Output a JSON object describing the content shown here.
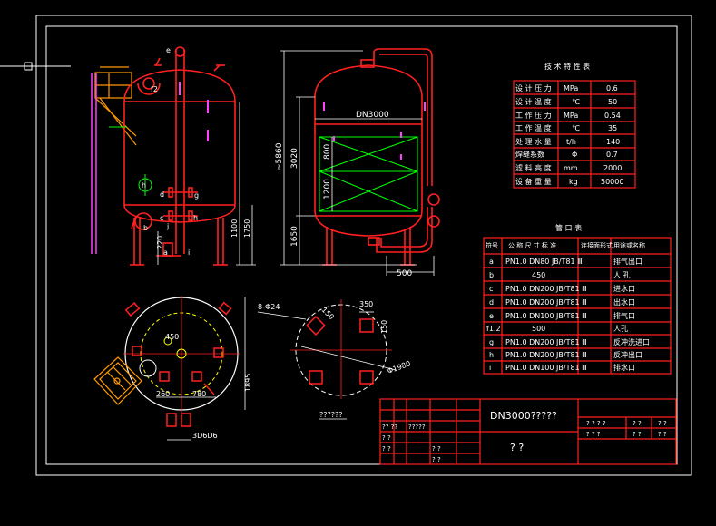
{
  "colors": {
    "background": "#000000",
    "frame": "#ffffff",
    "red": "#ff2020",
    "yellow": "#ffff00",
    "green": "#00ff00",
    "cyan": "#00ffff",
    "magenta": "#ff40ff",
    "orange": "#ff9900"
  },
  "front_view": {
    "nozzle_labels": [
      "e",
      "f2",
      "h",
      "d",
      "g",
      "c",
      "h",
      "b",
      "j",
      "a",
      "i"
    ],
    "dimensions": {
      "h1": "1100",
      "h2": "1750",
      "leg": "220"
    }
  },
  "section_view": {
    "diameter": "DN3000",
    "dims": {
      "overall": "~5860",
      "shell": "3020",
      "bed": "800",
      "layer": "1200",
      "leg": "1650",
      "nozzle_offset": "500"
    }
  },
  "plan_view": {
    "dims": {
      "a": "450",
      "b": "260",
      "c": "780",
      "d": "1895",
      "e": "3D6D6"
    }
  },
  "base_view": {
    "bolt_note": "8-Φ24",
    "dims": {
      "slot": "350",
      "width": "150",
      "angle": "150",
      "pcd": "Φ1980"
    },
    "caption": "??????"
  },
  "params_table": {
    "title": "技 术 特 性 表",
    "rows": [
      {
        "name": "设 计 压 力",
        "unit": "MPa",
        "value": "0.6"
      },
      {
        "name": "设 计 温 度",
        "unit": "℃",
        "value": "50"
      },
      {
        "name": "工 作 压 力",
        "unit": "MPa",
        "value": "0.54"
      },
      {
        "name": "工 作 温 度",
        "unit": "℃",
        "value": "35"
      },
      {
        "name": "处 理 水 量",
        "unit": "t/h",
        "value": "140"
      },
      {
        "name": "焊缝系数",
        "unit": "Φ",
        "value": "0.7"
      },
      {
        "name": "滤 料 高 度",
        "unit": "mm",
        "value": "2000"
      },
      {
        "name": "设 备 重 量",
        "unit": "kg",
        "value": "50000"
      }
    ]
  },
  "nozzle_table": {
    "title": "管 口 表",
    "header": [
      "符号",
      "公 称 尺 寸 标 准",
      "连接面形式",
      "用途或名称"
    ],
    "rows": [
      {
        "mark": "a",
        "spec": "PN1.0 DN80  JB/T81 Ⅲ",
        "face": "",
        "use": "排气出口"
      },
      {
        "mark": "b",
        "spec": "450",
        "face": "",
        "use": "人 孔"
      },
      {
        "mark": "c",
        "spec": "PN1.0 DN200  JB/T81 Ⅲ",
        "face": "",
        "use": "进水口"
      },
      {
        "mark": "d",
        "spec": "PN1.0 DN200  JB/T81 Ⅲ",
        "face": "",
        "use": "出水口"
      },
      {
        "mark": "e",
        "spec": "PN1.0 DN100  JB/T81 Ⅲ",
        "face": "",
        "use": "排气口"
      },
      {
        "mark": "f1.2",
        "spec": "500",
        "face": "",
        "use": "人孔"
      },
      {
        "mark": "g",
        "spec": "PN1.0 DN200  JB/T81 Ⅲ",
        "face": "",
        "use": "反冲洗进口"
      },
      {
        "mark": "h",
        "spec": "PN1.0 DN200  JB/T81 Ⅲ",
        "face": "",
        "use": "反冲出口"
      },
      {
        "mark": "i",
        "spec": "PN1.0 DN100  JB/T81 Ⅲ",
        "face": "",
        "use": "排水口"
      }
    ]
  },
  "title_block": {
    "drawing_title": "DN3000?????",
    "scale_text": "? ?",
    "left_labels": [
      "?? ??",
      "?????",
      "? ?",
      "? ?",
      "? ?",
      "? ?"
    ],
    "right_labels": [
      "? ? ? ?",
      "? ?",
      "? ?",
      "? ? ?",
      "? ?",
      "? ?"
    ]
  }
}
